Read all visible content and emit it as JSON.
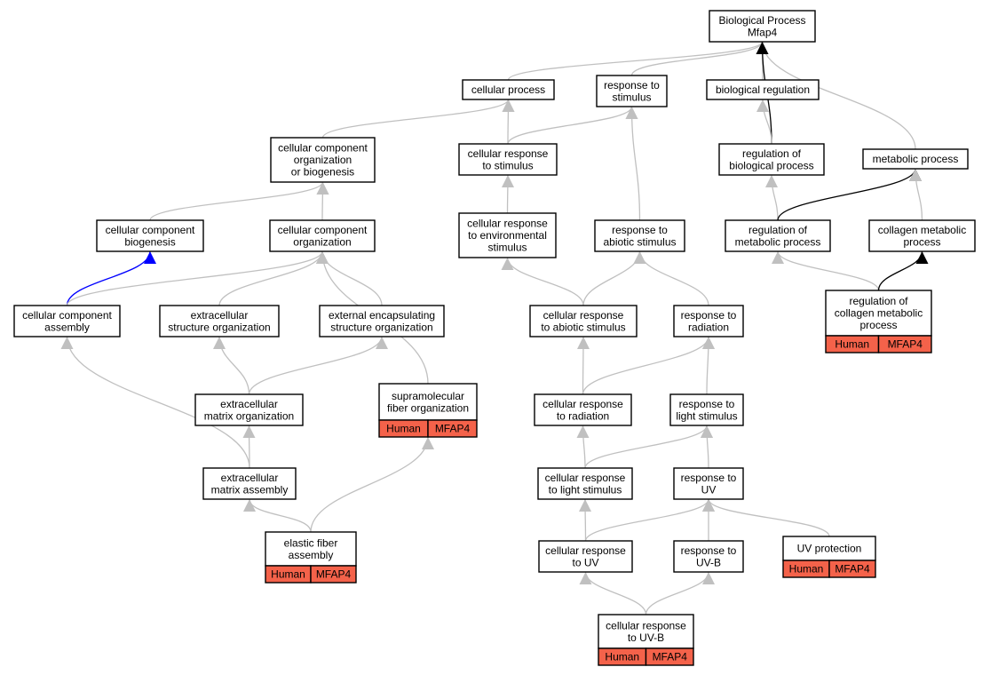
{
  "colors": {
    "node_fill": "#ffffff",
    "node_border": "#000000",
    "tag_fill": "#f4624a",
    "edge_is_a": "#c0c0c0",
    "edge_regulates": "#000000",
    "edge_part_of": "#0000ff"
  },
  "nodes": [
    {
      "id": "root",
      "lines": [
        "Biological Process",
        "Mfap4"
      ]
    },
    {
      "id": "cp",
      "lines": [
        "cellular process"
      ]
    },
    {
      "id": "rts",
      "lines": [
        "response to",
        "stimulus"
      ]
    },
    {
      "id": "br",
      "lines": [
        "biological regulation"
      ]
    },
    {
      "id": "mp",
      "lines": [
        "metabolic process"
      ]
    },
    {
      "id": "ccob",
      "lines": [
        "cellular component",
        "organization",
        "or biogenesis"
      ]
    },
    {
      "id": "crts",
      "lines": [
        "cellular response",
        "to stimulus"
      ]
    },
    {
      "id": "robp",
      "lines": [
        "regulation of",
        "biological process"
      ]
    },
    {
      "id": "ccb",
      "lines": [
        "cellular component",
        "biogenesis"
      ]
    },
    {
      "id": "cco",
      "lines": [
        "cellular component",
        "organization"
      ]
    },
    {
      "id": "crtes",
      "lines": [
        "cellular response",
        "to environmental",
        "stimulus"
      ]
    },
    {
      "id": "rtas",
      "lines": [
        "response to",
        "abiotic stimulus"
      ]
    },
    {
      "id": "romp",
      "lines": [
        "regulation of",
        "metabolic process"
      ]
    },
    {
      "id": "cmp",
      "lines": [
        "collagen metabolic",
        "process"
      ]
    },
    {
      "id": "cca",
      "lines": [
        "cellular component",
        "assembly"
      ]
    },
    {
      "id": "eso",
      "lines": [
        "extracellular",
        "structure organization"
      ]
    },
    {
      "id": "eeso",
      "lines": [
        "external encapsulating",
        "structure organization"
      ]
    },
    {
      "id": "crtas",
      "lines": [
        "cellular response",
        "to abiotic stimulus"
      ]
    },
    {
      "id": "rtr",
      "lines": [
        "response to",
        "radiation"
      ]
    },
    {
      "id": "rocmp",
      "lines": [
        "regulation of",
        "collagen metabolic",
        "process"
      ],
      "tags": [
        "Human",
        "MFAP4"
      ]
    },
    {
      "id": "emo",
      "lines": [
        "extracellular",
        "matrix organization"
      ]
    },
    {
      "id": "sfo",
      "lines": [
        "supramolecular",
        "fiber organization"
      ],
      "tags": [
        "Human",
        "MFAP4"
      ]
    },
    {
      "id": "crtr",
      "lines": [
        "cellular response",
        "to radiation"
      ]
    },
    {
      "id": "rtls",
      "lines": [
        "response to",
        "light stimulus"
      ]
    },
    {
      "id": "ema",
      "lines": [
        "extracellular",
        "matrix assembly"
      ]
    },
    {
      "id": "crtls",
      "lines": [
        "cellular response",
        "to light stimulus"
      ]
    },
    {
      "id": "rtuv",
      "lines": [
        "response to",
        "UV"
      ]
    },
    {
      "id": "efa",
      "lines": [
        "elastic fiber",
        "assembly"
      ],
      "tags": [
        "Human",
        "MFAP4"
      ]
    },
    {
      "id": "crtuv",
      "lines": [
        "cellular response",
        "to UV"
      ]
    },
    {
      "id": "rtuvb",
      "lines": [
        "response to",
        "UV-B"
      ]
    },
    {
      "id": "uvp",
      "lines": [
        "UV protection"
      ],
      "tags": [
        "Human",
        "MFAP4"
      ]
    },
    {
      "id": "crtuvb",
      "lines": [
        "cellular response",
        "to UV-B"
      ],
      "tags": [
        "Human",
        "MFAP4"
      ]
    }
  ],
  "edges": [
    {
      "from": "cp",
      "to": "root",
      "kind": "is_a"
    },
    {
      "from": "rts",
      "to": "root",
      "kind": "is_a"
    },
    {
      "from": "br",
      "to": "root",
      "kind": "is_a"
    },
    {
      "from": "mp",
      "to": "root",
      "kind": "is_a"
    },
    {
      "from": "robp",
      "to": "root",
      "kind": "regulates"
    },
    {
      "from": "ccob",
      "to": "cp",
      "kind": "is_a"
    },
    {
      "from": "crts",
      "to": "cp",
      "kind": "is_a"
    },
    {
      "from": "crts",
      "to": "rts",
      "kind": "is_a"
    },
    {
      "from": "rtas",
      "to": "rts",
      "kind": "is_a"
    },
    {
      "from": "robp",
      "to": "br",
      "kind": "is_a"
    },
    {
      "from": "ccb",
      "to": "ccob",
      "kind": "is_a"
    },
    {
      "from": "cco",
      "to": "ccob",
      "kind": "is_a"
    },
    {
      "from": "crtes",
      "to": "crts",
      "kind": "is_a"
    },
    {
      "from": "romp",
      "to": "robp",
      "kind": "is_a"
    },
    {
      "from": "romp",
      "to": "mp",
      "kind": "regulates"
    },
    {
      "from": "cmp",
      "to": "mp",
      "kind": "is_a"
    },
    {
      "from": "cca",
      "to": "ccb",
      "kind": "part_of"
    },
    {
      "from": "cca",
      "to": "cco",
      "kind": "is_a"
    },
    {
      "from": "eso",
      "to": "cco",
      "kind": "is_a"
    },
    {
      "from": "eeso",
      "to": "cco",
      "kind": "is_a"
    },
    {
      "from": "sfo",
      "to": "cco",
      "kind": "is_a"
    },
    {
      "from": "crtas",
      "to": "crtes",
      "kind": "is_a"
    },
    {
      "from": "crtas",
      "to": "rtas",
      "kind": "is_a"
    },
    {
      "from": "rtr",
      "to": "rtas",
      "kind": "is_a"
    },
    {
      "from": "rocmp",
      "to": "romp",
      "kind": "is_a"
    },
    {
      "from": "rocmp",
      "to": "cmp",
      "kind": "regulates"
    },
    {
      "from": "emo",
      "to": "eso",
      "kind": "is_a"
    },
    {
      "from": "emo",
      "to": "eeso",
      "kind": "is_a"
    },
    {
      "from": "crtr",
      "to": "crtas",
      "kind": "is_a"
    },
    {
      "from": "crtr",
      "to": "rtr",
      "kind": "is_a"
    },
    {
      "from": "rtls",
      "to": "rtr",
      "kind": "is_a"
    },
    {
      "from": "ema",
      "to": "cca",
      "kind": "is_a"
    },
    {
      "from": "ema",
      "to": "emo",
      "kind": "is_a"
    },
    {
      "from": "efa",
      "to": "ema",
      "kind": "is_a"
    },
    {
      "from": "efa",
      "to": "sfo",
      "kind": "is_a"
    },
    {
      "from": "crtls",
      "to": "crtr",
      "kind": "is_a"
    },
    {
      "from": "crtls",
      "to": "rtls",
      "kind": "is_a"
    },
    {
      "from": "rtuv",
      "to": "rtls",
      "kind": "is_a"
    },
    {
      "from": "crtuv",
      "to": "crtls",
      "kind": "is_a"
    },
    {
      "from": "crtuv",
      "to": "rtuv",
      "kind": "is_a"
    },
    {
      "from": "rtuvb",
      "to": "rtuv",
      "kind": "is_a"
    },
    {
      "from": "uvp",
      "to": "rtuv",
      "kind": "is_a"
    },
    {
      "from": "crtuvb",
      "to": "crtuv",
      "kind": "is_a"
    },
    {
      "from": "crtuvb",
      "to": "rtuvb",
      "kind": "is_a"
    }
  ]
}
